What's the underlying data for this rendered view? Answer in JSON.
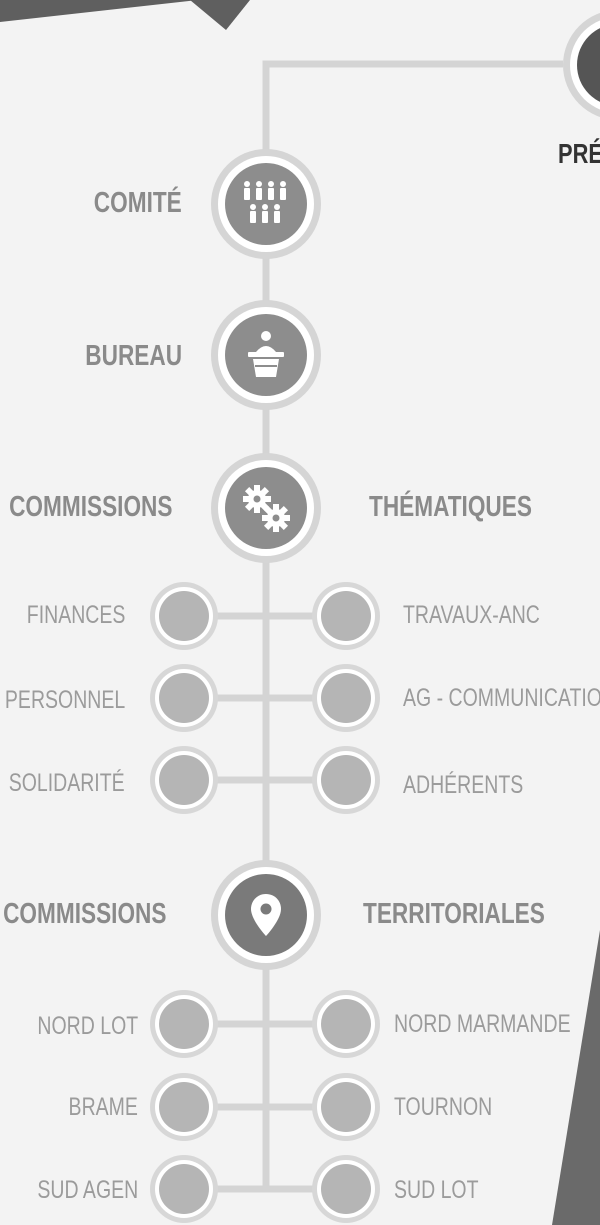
{
  "header": {
    "president_label": "PRÉ"
  },
  "hierarchy": {
    "comite": {
      "label": "COMITÉ",
      "icon": "people-group-icon"
    },
    "bureau": {
      "label": "BUREAU",
      "icon": "podium-speaker-icon"
    },
    "thematic": {
      "left_label": "COMMISSIONS",
      "right_label": "THÉMATIQUES",
      "icon": "gears-icon",
      "left_items": [
        "FINANCES",
        "PERSONNEL",
        "SOLIDARITÉ"
      ],
      "right_items": [
        "TRAVAUX-ANC",
        "AG - COMMUNICATION",
        "ADHÉRENTS"
      ]
    },
    "territorial": {
      "left_label": "COMMISSIONS",
      "right_label": "TERRITORIALES",
      "icon": "map-pin-icon",
      "left_items": [
        "NORD LOT",
        "BRAME",
        "SUD AGEN"
      ],
      "right_items": [
        "NORD MARMANDE",
        "TOURNON",
        "SUD LOT"
      ]
    }
  },
  "colors": {
    "background": "#f3f3f3",
    "connector": "#d4d4d4",
    "dark_shape": "#5f5f5f",
    "node_core": "#8d8d8d",
    "leaf_core": "#b5b5b5"
  }
}
